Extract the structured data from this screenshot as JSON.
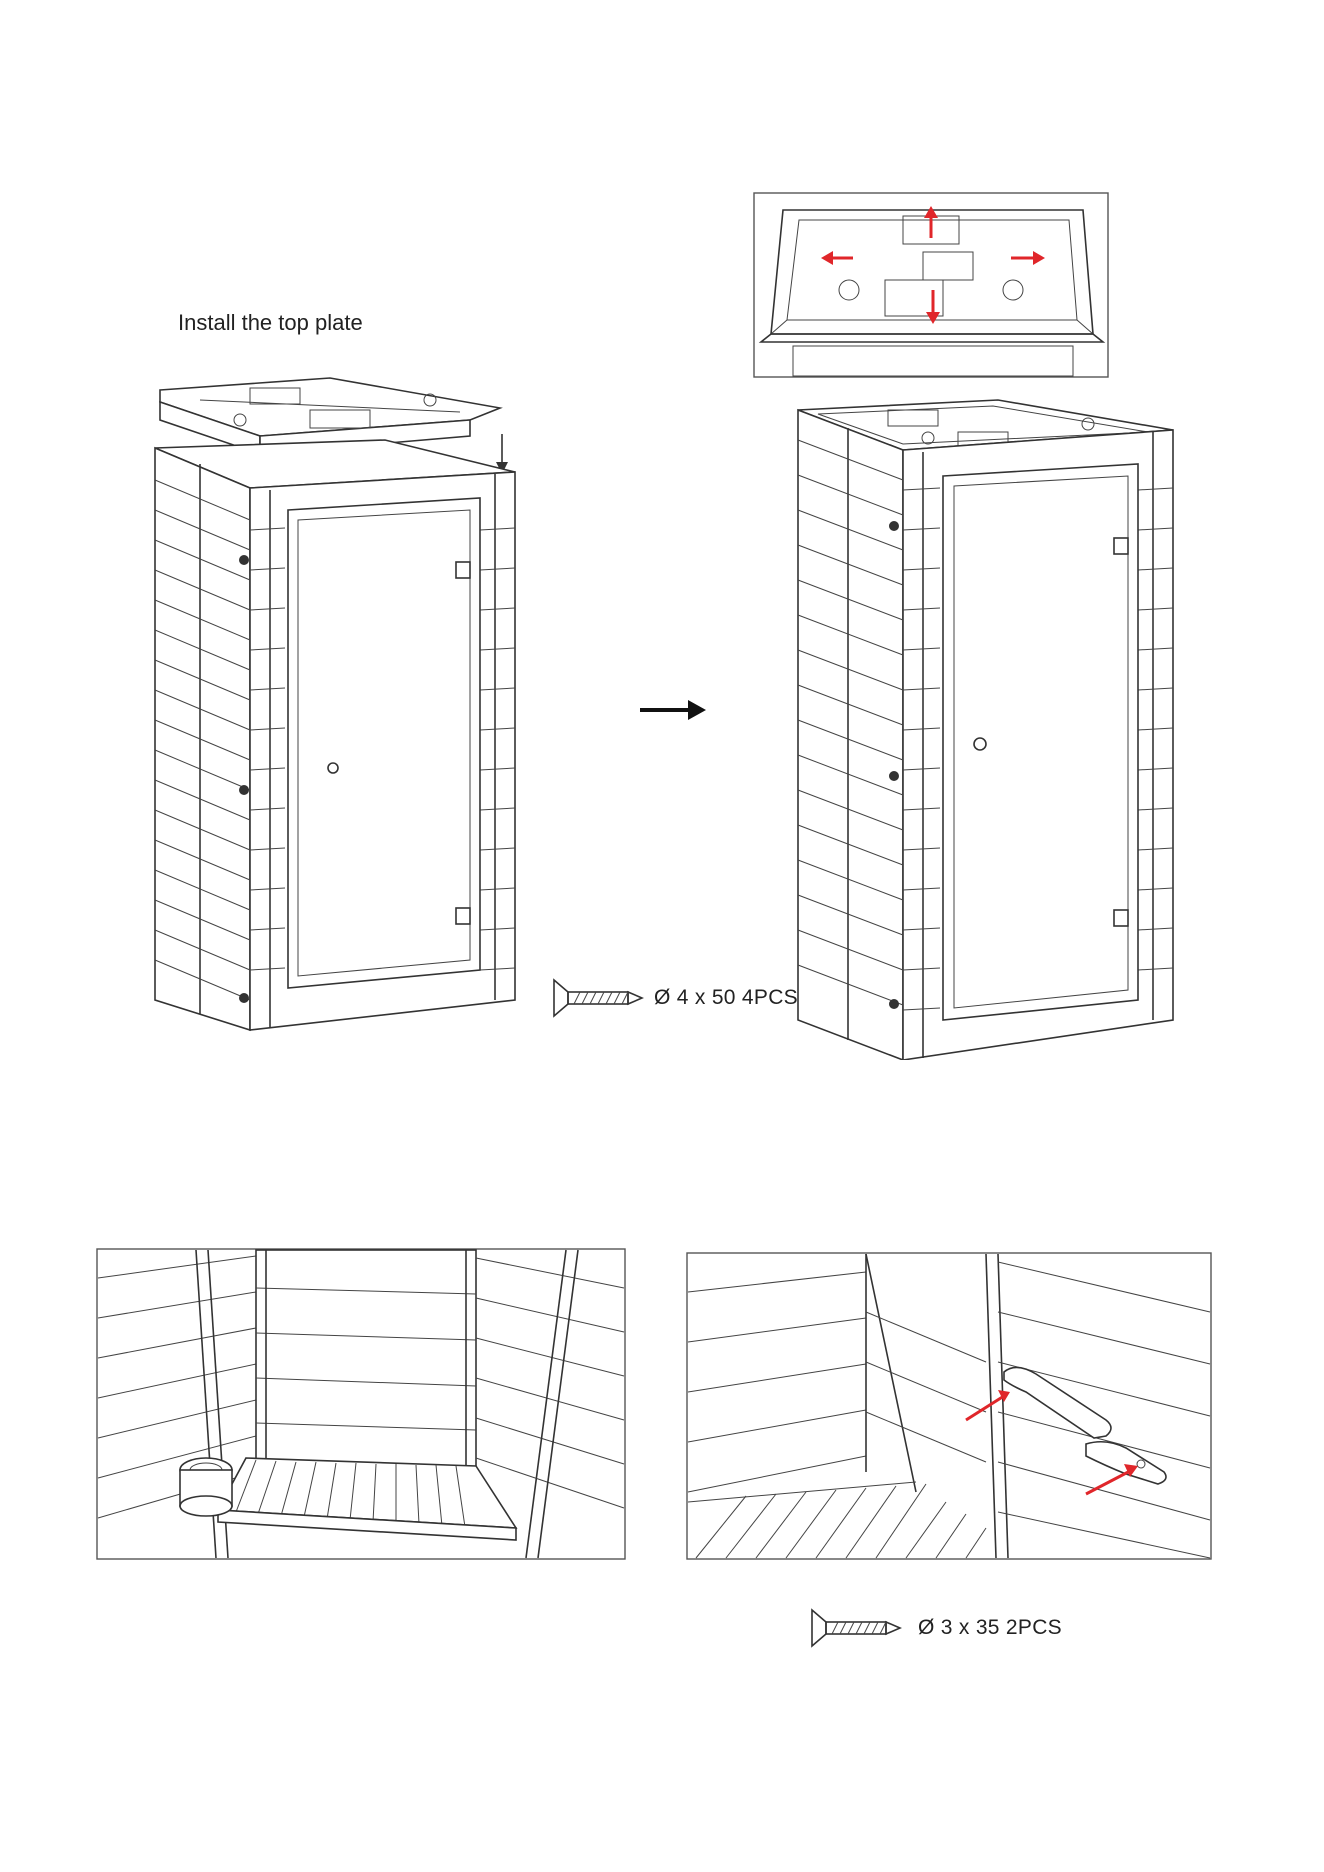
{
  "step_top_plate": {
    "caption": "Install the top plate",
    "screw_label": "Ø 4 x 50  4PCS"
  },
  "step_backrest": {
    "screw_label": "Ø 3 x 35  2PCS"
  },
  "colors": {
    "line": "#333333",
    "highlight": "#e0262a",
    "background": "#ffffff"
  }
}
